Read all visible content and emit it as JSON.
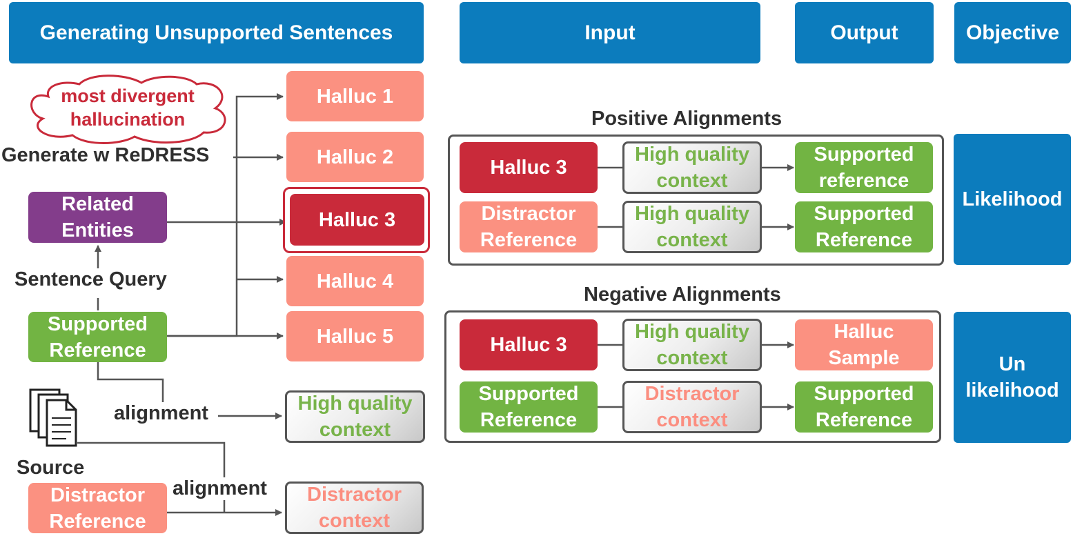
{
  "headers": {
    "generating": "Generating Unsupported Sentences",
    "input": "Input",
    "output": "Output",
    "objective": "Objective"
  },
  "left": {
    "cloud_line1": "most divergent",
    "cloud_line2": "hallucination",
    "generate_label": "Generate w ReDRESS",
    "related_entities_line1": "Related",
    "related_entities_line2": "Entities",
    "sentence_query": "Sentence Query",
    "supported_reference_line1": "Supported",
    "supported_reference_line2": "Reference",
    "source": "Source",
    "alignment_1": "alignment",
    "alignment_2": "alignment",
    "distractor_reference_line1": "Distractor",
    "distractor_reference_line2": "Reference"
  },
  "hallucinations": [
    "Halluc 1",
    "Halluc 2",
    "Halluc 3",
    "Halluc 4",
    "Halluc 5"
  ],
  "contexts": {
    "high_quality_line1": "High quality",
    "high_quality_line2": "context",
    "distractor_line1": "Distractor",
    "distractor_line2": "context"
  },
  "positive": {
    "title": "Positive Alignments",
    "rows": [
      {
        "input_line1": "Halluc 3",
        "input_line2": "",
        "context_line1": "High quality",
        "context_line2": "context",
        "output_line1": "Supported",
        "output_line2": "reference"
      },
      {
        "input_line1": "Distractor",
        "input_line2": "Reference",
        "context_line1": "High quality",
        "context_line2": "context",
        "output_line1": "Supported",
        "output_line2": "Reference"
      }
    ],
    "objective": "Likelihood"
  },
  "negative": {
    "title": "Negative Alignments",
    "rows": [
      {
        "input_line1": "Halluc 3",
        "input_line2": "",
        "context_line1": "High quality",
        "context_line2": "context",
        "output_line1": "Halluc",
        "output_line2": "Sample"
      },
      {
        "input_line1": "Supported",
        "input_line2": "Reference",
        "context_line1": "Distractor",
        "context_line2": "context",
        "output_line1": "Supported",
        "output_line2": "Reference"
      }
    ],
    "objective_line1": "Un",
    "objective_line2": "likelihood"
  },
  "colors": {
    "header_blue": "#0c7cbd",
    "halluc_dark": "#c92a3a",
    "halluc_light": "#fb9181",
    "supported_green": "#72b443",
    "entities_purple": "#833d8b",
    "context_green_text": "#78b34a",
    "context_red_text": "#fb8e80"
  }
}
